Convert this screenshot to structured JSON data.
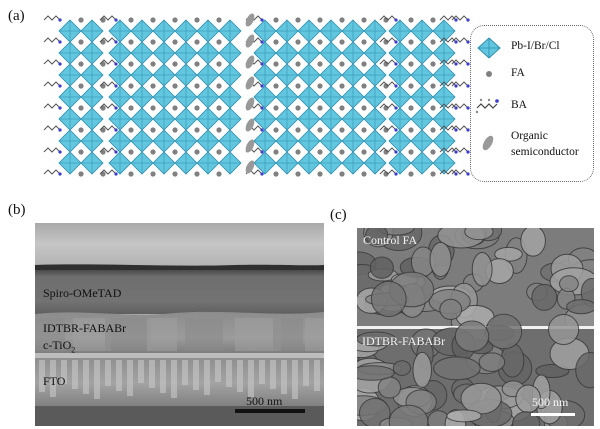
{
  "panels": {
    "a": {
      "label": "(a)"
    },
    "b": {
      "label": "(b)",
      "layers": [
        "Spiro-OMeTAD",
        "IDTBR-FABABr",
        "c-TiO",
        "FTO"
      ],
      "tio2_subscript": "2",
      "scale_bar": "500 nm"
    },
    "c": {
      "label": "(c)",
      "top_image_label": "Control FA",
      "bottom_image_label": "IDTBR-FABABr",
      "scale_bar": "500 nm"
    }
  },
  "legend": {
    "items": [
      {
        "label": "Pb-I/Br/Cl",
        "icon": "octahedron-icon"
      },
      {
        "label": "FA",
        "icon": "dot-icon"
      },
      {
        "label": "BA",
        "icon": "molecule-icon"
      },
      {
        "label": "Organic",
        "icon": "ellipse-icon"
      },
      {
        "label": "semiconductor",
        "icon": ""
      }
    ]
  },
  "colors": {
    "octahedron_fill": "#62c6de",
    "octahedron_stroke": "#2b8fb0",
    "fa_dot": "#808080",
    "organic_ellipse": "#999999"
  }
}
